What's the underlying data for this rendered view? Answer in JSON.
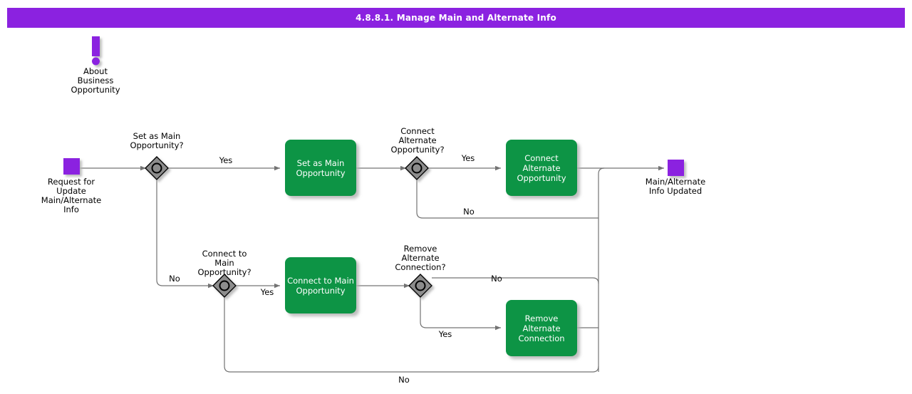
{
  "header": {
    "title": "4.8.8.1. Manage Main and Alternate Info",
    "bar_color": "#8B22E0",
    "text_color": "#FFFFFF"
  },
  "theme": {
    "task_green": "#0B9444",
    "event_purple": "#8B22E0",
    "gateway_gray": "#8C8C8C",
    "edge_gray": "#737373",
    "background": "#FFFFFF"
  },
  "annotation": {
    "icon": "exclamation-icon",
    "line1": "About",
    "line2": "Business",
    "line3": "Opportunity"
  },
  "events": {
    "start": {
      "name": "start-event",
      "line1": "Request for",
      "line2": "Update",
      "line3": "Main/Alternate",
      "line4": "Info"
    },
    "end": {
      "name": "end-event",
      "line1": "Main/Alternate",
      "line2": "Info Updated"
    }
  },
  "gateways": [
    {
      "id": "gw-set-as-main",
      "line1": "Set as Main",
      "line2": "Opportunity?",
      "line3": ""
    },
    {
      "id": "gw-connect-alternate",
      "line1": "Connect",
      "line2": "Alternate",
      "line3": "Opportunity?"
    },
    {
      "id": "gw-connect-to-main",
      "line1": "Connect to",
      "line2": "Main",
      "line3": "Opportunity?"
    },
    {
      "id": "gw-remove-alternate",
      "line1": "Remove",
      "line2": "Alternate",
      "line3": "Connection?"
    }
  ],
  "tasks": [
    {
      "id": "task-set-as-main",
      "line1": "Set as Main",
      "line2": "Opportunity",
      "line3": ""
    },
    {
      "id": "task-connect-alternate",
      "line1": "Connect",
      "line2": "Alternate",
      "line3": "Opportunity"
    },
    {
      "id": "task-connect-to-main",
      "line1": "Connect to Main",
      "line2": "Opportunity",
      "line3": ""
    },
    {
      "id": "task-remove-alternate",
      "line1": "Remove",
      "line2": "Alternate",
      "line3": "Connection"
    }
  ],
  "edge_labels": {
    "set_as_main_yes": "Yes",
    "set_as_main_no": "No",
    "connect_alternate_yes": "Yes",
    "connect_alternate_no": "No",
    "connect_to_main_yes": "Yes",
    "connect_to_main_no": "No",
    "remove_alternate_no": "No",
    "remove_alternate_yes": "Yes"
  }
}
